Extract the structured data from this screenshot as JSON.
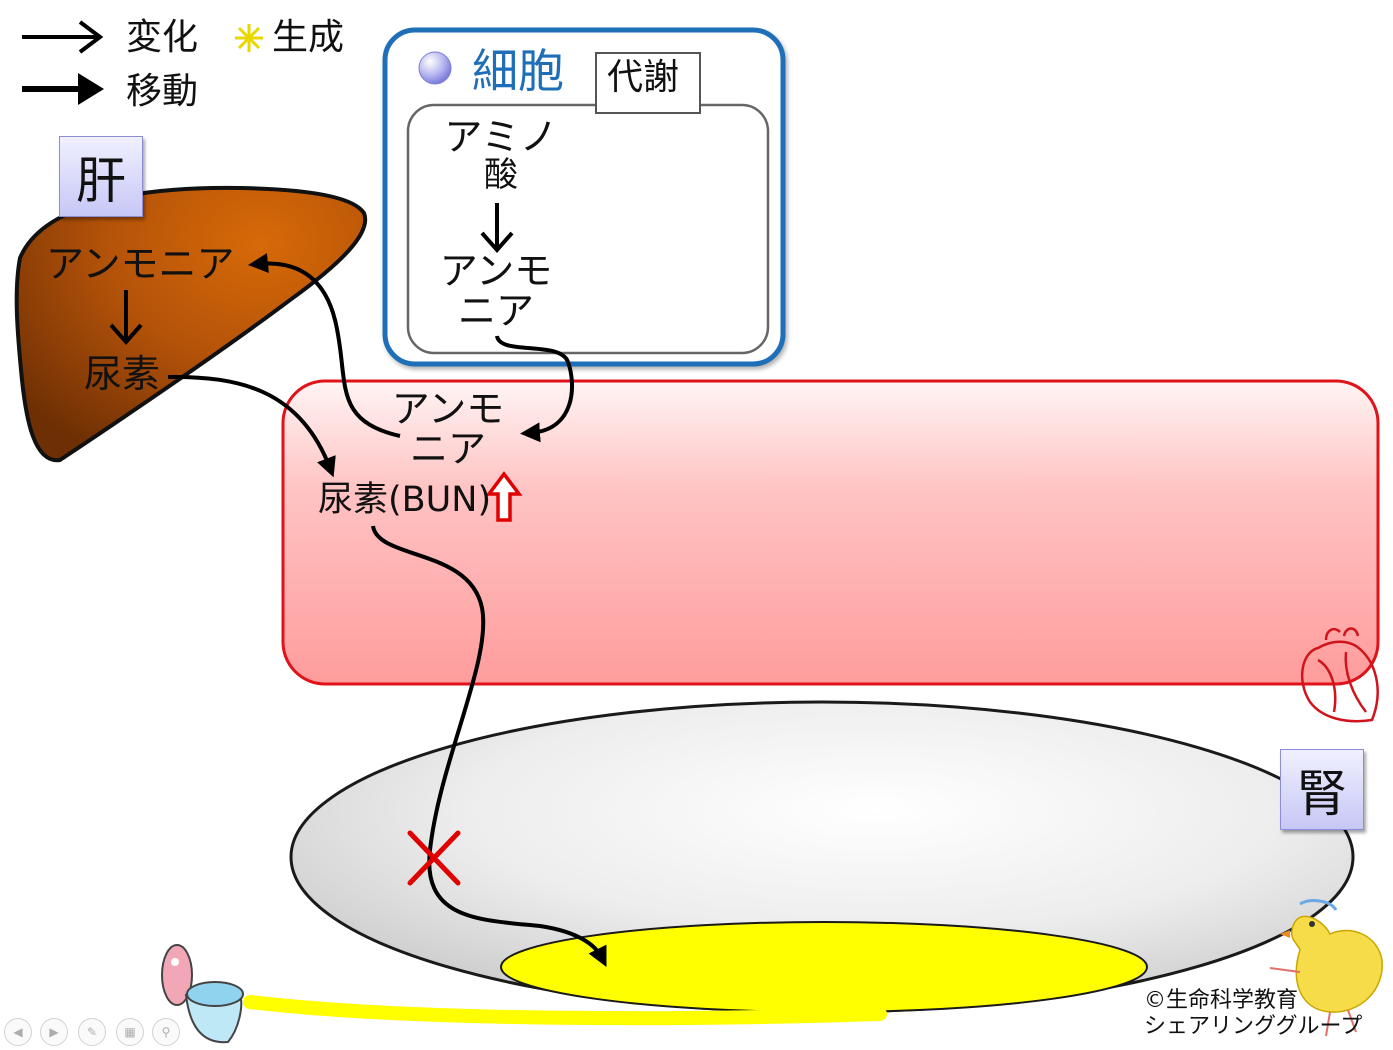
{
  "legend": {
    "change_label": "変化",
    "move_label": "移動",
    "generate_label": "生成"
  },
  "liver": {
    "label": "肝",
    "ammonia": "アンモニア",
    "urea": "尿素"
  },
  "cell": {
    "title": "細胞",
    "tab_label": "代謝",
    "amino_line1": "アミノ",
    "amino_line2": "酸",
    "ammonia_line1": "アンモ",
    "ammonia_line2": "ニア"
  },
  "blood": {
    "ammonia_line1": "アンモ",
    "ammonia_line2": "ニア",
    "urea_label": "尿素(BUN)"
  },
  "kidney": {
    "label": "腎"
  },
  "credit": {
    "line1": "©生命科学教育",
    "line2": "シェアリンググループ"
  },
  "colors": {
    "cell_border": "#1f6fb8",
    "blood_border": "#e0121a",
    "liver_fill": "#b35209",
    "urine": "#ffff00",
    "block_mark": "#e00000"
  }
}
